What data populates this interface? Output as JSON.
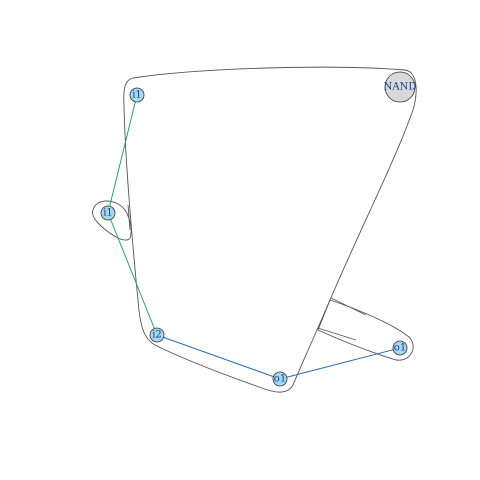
{
  "nodes": [
    {
      "id": "i1a",
      "label": "i1",
      "fill": "#a6d8f0",
      "text_color": "#1a3a8c"
    },
    {
      "id": "i1b",
      "label": "i1",
      "fill": "#a6d8f0",
      "text_color": "#1a3a8c"
    },
    {
      "id": "i2",
      "label": "i2",
      "fill": "#a6d8f0",
      "text_color": "#1a3a8c"
    },
    {
      "id": "o1a",
      "label": "o1",
      "fill": "#a6d8f0",
      "text_color": "#1a3a8c"
    },
    {
      "id": "o1b",
      "label": "o1",
      "fill": "#a6d8f0",
      "text_color": "#1a3a8c"
    },
    {
      "id": "nand",
      "label": "NAND",
      "fill": "#d9d9d9",
      "text_color": "#1a3a8c"
    }
  ],
  "edges": [
    {
      "from": "i1a",
      "to": "i1b",
      "color": "#2e9c6f"
    },
    {
      "from": "i1b",
      "to": "i2",
      "color": "#2e9c6f"
    },
    {
      "from": "i2",
      "to": "o1a",
      "color": "#2a6fb0"
    },
    {
      "from": "o1a",
      "to": "o1b",
      "color": "#2a6fb0"
    }
  ],
  "colors": {
    "hull_stroke": "#555555",
    "background": "#ffffff"
  }
}
